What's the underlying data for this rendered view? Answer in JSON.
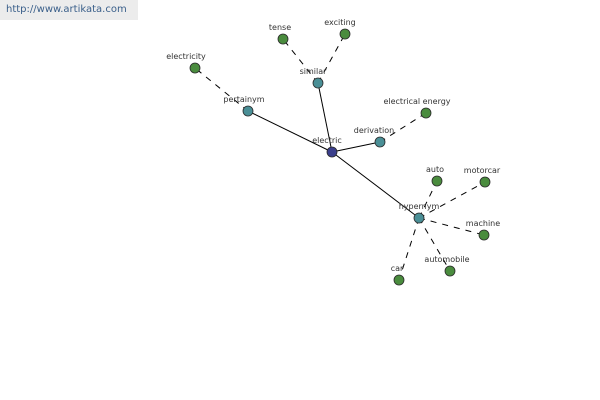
{
  "banner": {
    "url_text": "http://www.artikata.com"
  },
  "colors": {
    "center": "#3b3f8c",
    "relation": "#4a8f96",
    "leaf": "#4a8c3e",
    "stroke": "#2a2a2a",
    "edge": "#000000",
    "label": "#333333",
    "banner_text": "#3a5f8a",
    "banner_bg": "#ececec"
  },
  "graph": {
    "nodes": [
      {
        "id": "electric",
        "label": "electric",
        "kind": "center"
      },
      {
        "id": "similar",
        "label": "similar",
        "kind": "relation"
      },
      {
        "id": "pertainym",
        "label": "pertainym",
        "kind": "relation"
      },
      {
        "id": "derivation",
        "label": "derivation",
        "kind": "relation"
      },
      {
        "id": "hypernym",
        "label": "hypernym",
        "kind": "relation"
      },
      {
        "id": "tense",
        "label": "tense",
        "kind": "leaf"
      },
      {
        "id": "exciting",
        "label": "exciting",
        "kind": "leaf"
      },
      {
        "id": "electricity",
        "label": "electricity",
        "kind": "leaf"
      },
      {
        "id": "electrical-energy",
        "label": "electrical energy",
        "kind": "leaf"
      },
      {
        "id": "auto",
        "label": "auto",
        "kind": "leaf"
      },
      {
        "id": "motorcar",
        "label": "motorcar",
        "kind": "leaf"
      },
      {
        "id": "machine",
        "label": "machine",
        "kind": "leaf"
      },
      {
        "id": "automobile",
        "label": "automobile",
        "kind": "leaf"
      },
      {
        "id": "car",
        "label": "car",
        "kind": "leaf"
      }
    ],
    "edges": [
      {
        "from": "electric",
        "to": "similar",
        "style": "solid"
      },
      {
        "from": "electric",
        "to": "pertainym",
        "style": "solid"
      },
      {
        "from": "electric",
        "to": "derivation",
        "style": "solid"
      },
      {
        "from": "electric",
        "to": "hypernym",
        "style": "solid"
      },
      {
        "from": "similar",
        "to": "tense",
        "style": "dashed"
      },
      {
        "from": "similar",
        "to": "exciting",
        "style": "dashed"
      },
      {
        "from": "pertainym",
        "to": "electricity",
        "style": "dashed"
      },
      {
        "from": "derivation",
        "to": "electrical-energy",
        "style": "dashed"
      },
      {
        "from": "hypernym",
        "to": "auto",
        "style": "dashed"
      },
      {
        "from": "hypernym",
        "to": "motorcar",
        "style": "dashed"
      },
      {
        "from": "hypernym",
        "to": "machine",
        "style": "dashed"
      },
      {
        "from": "hypernym",
        "to": "automobile",
        "style": "dashed"
      },
      {
        "from": "hypernym",
        "to": "car",
        "style": "dashed"
      }
    ]
  }
}
